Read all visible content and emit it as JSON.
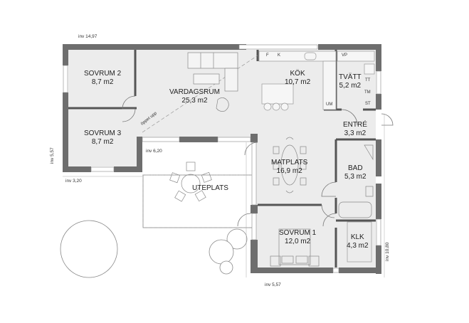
{
  "plan": {
    "rooms": [
      {
        "name": "SOVRUM 2",
        "area": "8,7 m2"
      },
      {
        "name": "VARDAGSRUM",
        "area": "25,3 m2"
      },
      {
        "name": "KÖK",
        "area": "10,7 m2"
      },
      {
        "name": "TVÄTT",
        "area": "5,2 m2"
      },
      {
        "name": "SOVRUM 3",
        "area": "8,7 m2"
      },
      {
        "name": "ENTRÉ",
        "area": "3,3 m2"
      },
      {
        "name": "MATPLATS",
        "area": "16,9 m2"
      },
      {
        "name": "BAD",
        "area": "5,3 m2"
      },
      {
        "name": "UTEPLATS",
        "area": ""
      },
      {
        "name": "SOVRUM 1",
        "area": "12,0 m2"
      },
      {
        "name": "KLK",
        "area": "4,3 m2"
      }
    ],
    "appliances": {
      "fridge": "F",
      "freezer": "K",
      "dishwasher": "UM",
      "water_heater": "VP",
      "dryer": "TT",
      "washer": "TM",
      "drying_cabinet": "ST"
    },
    "annotations": {
      "open_ceiling": "öppet upp"
    },
    "dimensions": {
      "top": "inv 14,97",
      "left": "inv 5,57",
      "bottom_left": "inv 3,20",
      "patio": "inv 6,20",
      "bottom_right": "inv 5,57",
      "right": "inv 10,80"
    }
  },
  "colors": {
    "wall": "#6e6e6e",
    "floor": "#ececec",
    "line": "#555555",
    "background": "#ffffff"
  }
}
